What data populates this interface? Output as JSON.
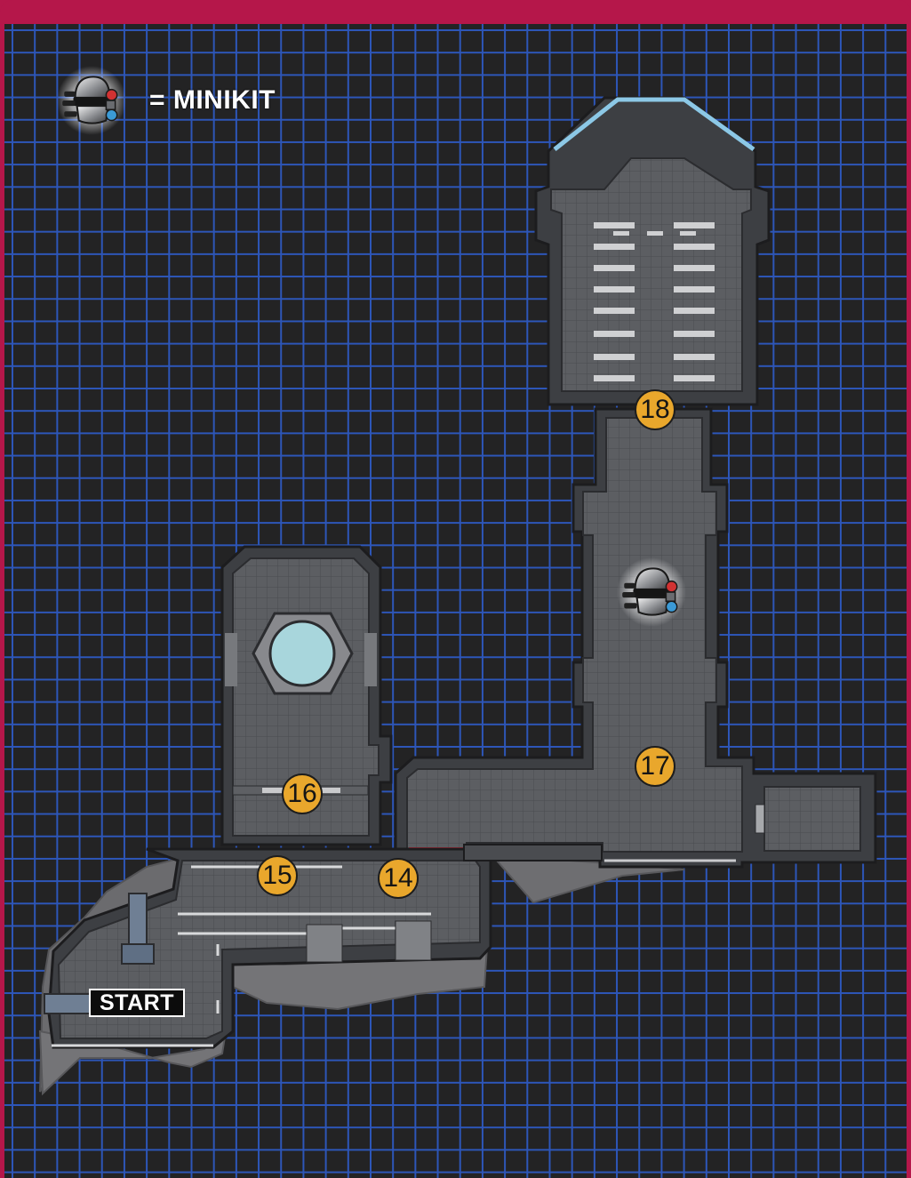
{
  "legend": {
    "icon": "minikit-icon",
    "label": "= MINIKIT"
  },
  "start": {
    "label": "START"
  },
  "markers": [
    {
      "id": "14",
      "label": "14"
    },
    {
      "id": "15",
      "label": "15"
    },
    {
      "id": "16",
      "label": "16"
    },
    {
      "id": "17",
      "label": "17"
    },
    {
      "id": "18",
      "label": "18"
    }
  ],
  "collectibles": [
    {
      "type": "minikit",
      "icon": "minikit-icon"
    }
  ],
  "colors": {
    "border": "#b5174a",
    "background": "#232324",
    "grid": "#2d56b9",
    "floor": "#5b5d61",
    "wall": "#3d3f43",
    "rock": "#6f6f72",
    "marker": "#e9a72c",
    "window": "#a8d6dc"
  }
}
